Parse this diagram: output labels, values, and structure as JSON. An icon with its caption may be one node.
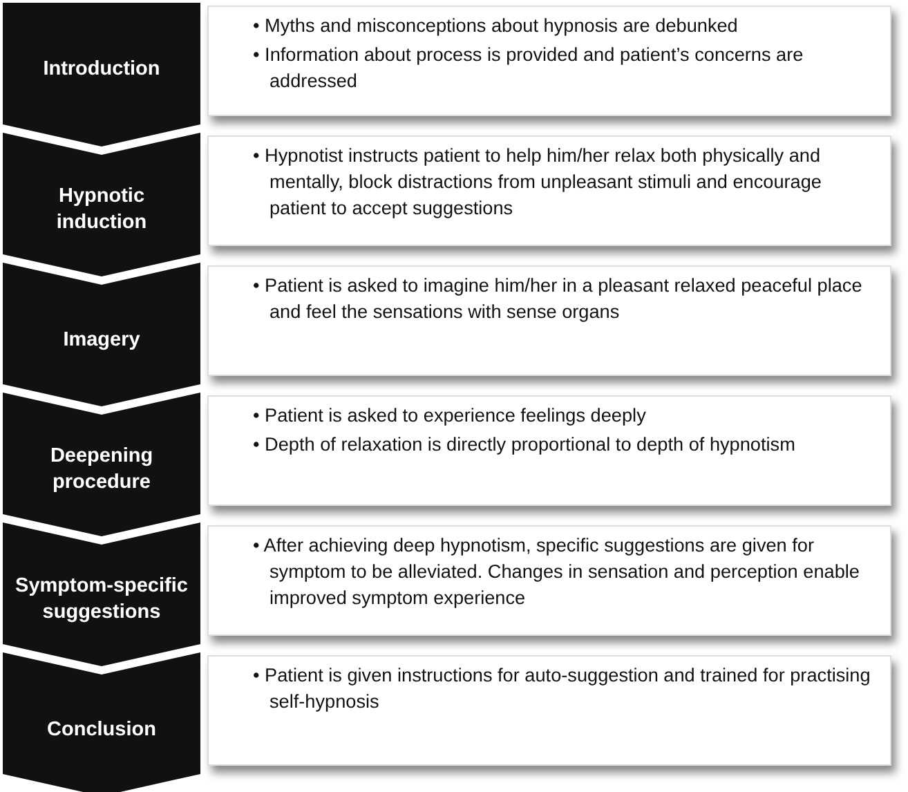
{
  "diagram": {
    "nodes": [
      {
        "text": [
          "Introduction"
        ]
      },
      {
        "text": [
          "• Myths and misconceptions about hypnosis are debunked",
          "• Information about process is provided and patient’s concerns are addressed"
        ]
      },
      {
        "text": [
          "Hypnotic induction"
        ]
      },
      {
        "text": [
          "• Hypnotist instructs patient to help him/her relax both physically and mentally, block distractions from unpleasant stimuli and encourage patient to accept suggestions"
        ]
      },
      {
        "text": [
          "Imagery"
        ]
      },
      {
        "text": [
          "• Patient is asked to imagine him/her in a pleasant relaxed peaceful place and feel the sensations with sense organs"
        ]
      },
      {
        "text": [
          "Deepening procedure"
        ]
      },
      {
        "text": [
          "• Patient is asked to experience feelings deeply",
          "• Depth of relaxation is directly proportional to depth of hypnotism"
        ]
      },
      {
        "text": [
          "Symptom-specific suggestions"
        ]
      },
      {
        "text": [
          "• After achieving deep hypnotism, specific suggestions are given for symptom to be alleviated. Changes in sensation and perception enable improved symptom experience"
        ]
      },
      {
        "text": [
          "Conclusion"
        ]
      },
      {
        "text": [
          "• Patient is given instructions for auto-suggestion and trained for practising self-hypnosis"
        ]
      }
    ]
  }
}
